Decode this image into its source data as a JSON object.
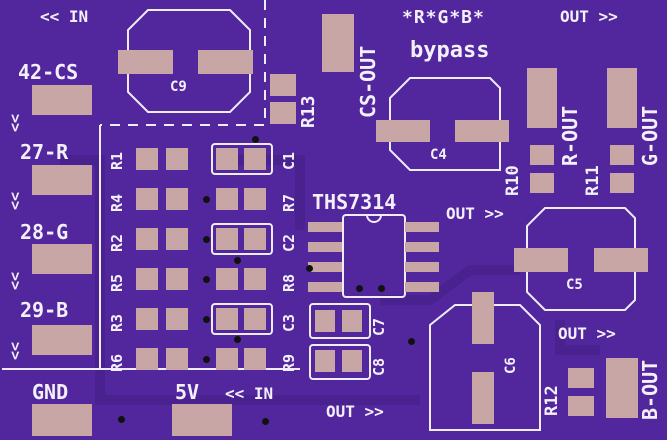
{
  "colors": {
    "board": "#52279e",
    "trace": "#4a2290",
    "pad": "#c7a6a5",
    "silk": "#f4f0fa"
  },
  "board_labels": {
    "top_in": "<<  IN",
    "rgb": "*R*G*B*",
    "top_out": "OUT  >>",
    "bypass": "bypass",
    "cs_out": "CS-OUT",
    "l42": "42-CS",
    "l27": "27-R",
    "l28": "28-G",
    "l29": "29-B",
    "gnd": "GND",
    "v5": "5V",
    "bottom_in": "<<  IN",
    "ic": "THS7314",
    "ic_out": "OUT >>",
    "bottom_out": "OUT  >>",
    "b_out_arrow": "OUT  >>",
    "r_out": "R-OUT",
    "g_out": "G-OUT",
    "b_out": "B-OUT",
    "chev": "<<"
  },
  "components": {
    "c9": "C9",
    "c4": "C4",
    "c5": "C5",
    "c6": "C6",
    "c1": "C1",
    "c2": "C2",
    "c3": "C3",
    "c7": "C7",
    "c8": "C8",
    "r1": "R1",
    "r2": "R2",
    "r3": "R3",
    "r4": "R4",
    "r5": "R5",
    "r6": "R6",
    "r7": "R7",
    "r8": "R8",
    "r9": "R9",
    "r10": "R10",
    "r11": "R11",
    "r12": "R12",
    "r13": "R13"
  }
}
